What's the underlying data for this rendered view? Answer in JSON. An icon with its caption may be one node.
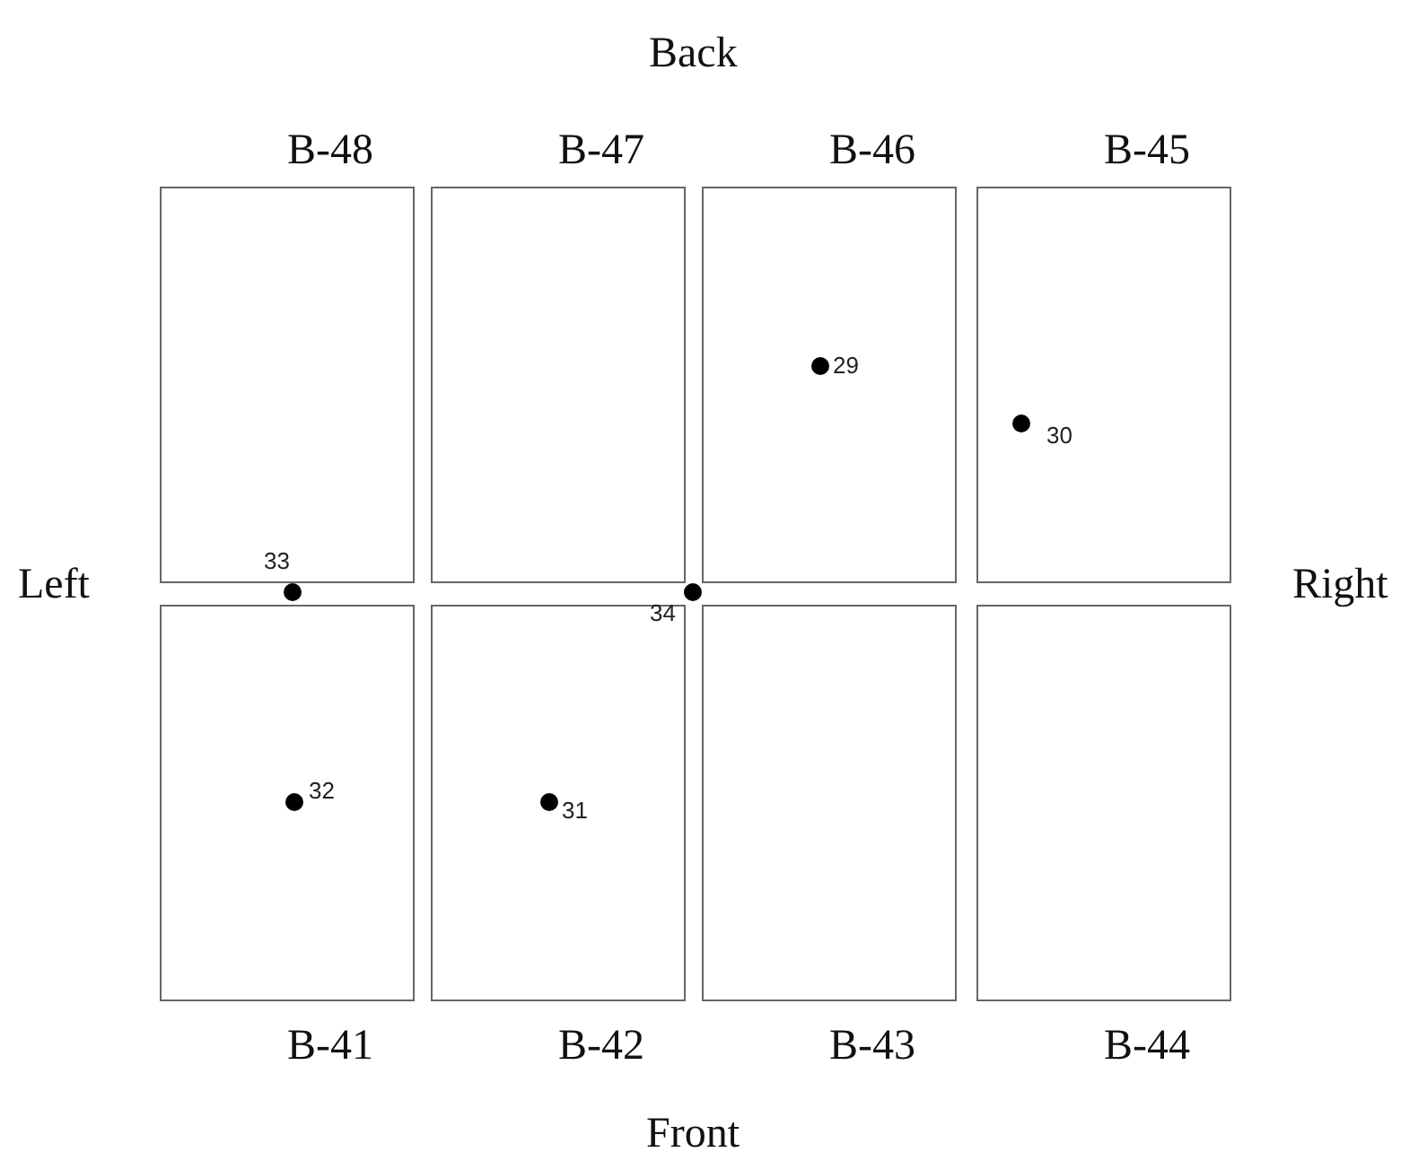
{
  "diagram": {
    "nodes": [
      {
        "text": [
          "B-48"
        ]
      },
      {
        "text": [
          "B-47"
        ]
      },
      {
        "text": [
          "B-46"
        ]
      },
      {
        "text": [
          "B-45"
        ]
      },
      {
        "text": [
          "B-41"
        ]
      },
      {
        "text": [
          "B-42"
        ]
      },
      {
        "text": [
          "B-43"
        ]
      },
      {
        "text": [
          "B-44"
        ]
      }
    ],
    "labels": [
      "Back",
      "Left",
      "Right",
      "Front",
      "29",
      "30",
      "33",
      "34",
      "32",
      "31"
    ]
  }
}
